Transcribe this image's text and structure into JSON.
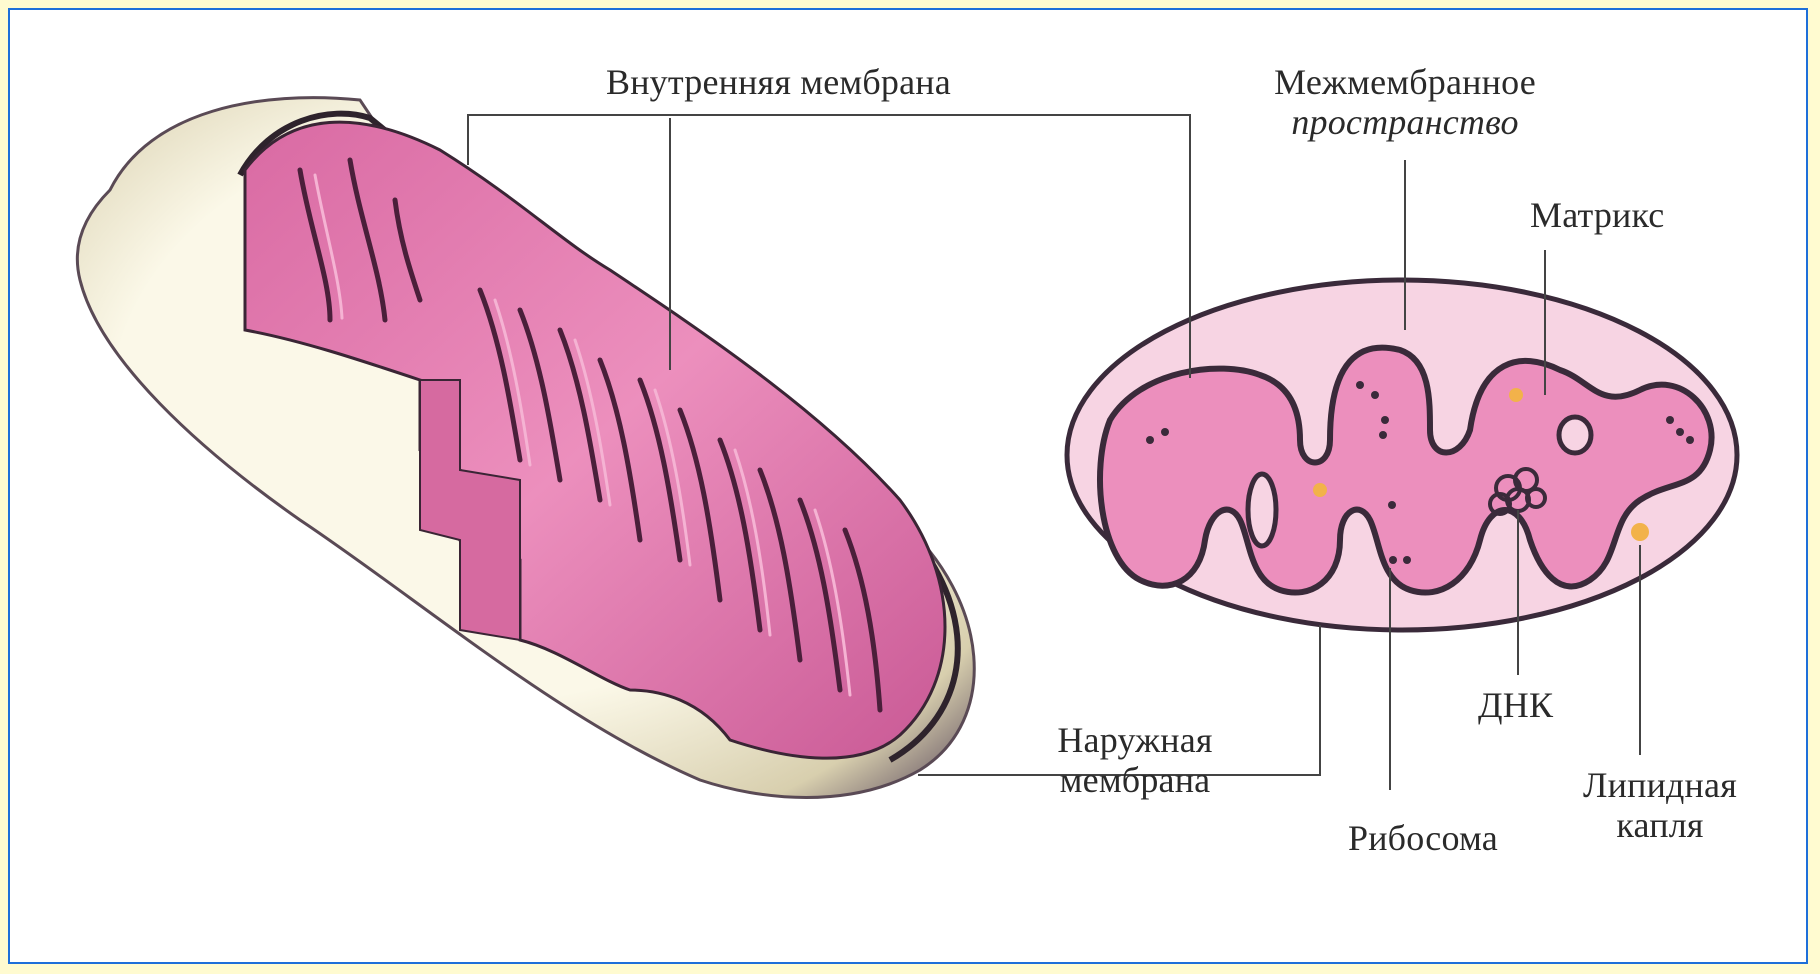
{
  "labels": {
    "inner_membrane": "Внутренняя мембрана",
    "intermembrane_space_line1": "Межмембранное",
    "intermembrane_space_line2": "пространство",
    "matrix": "Матрикс",
    "dna": "ДНК",
    "lipid_droplet_line1": "Липидная",
    "lipid_droplet_line2": "капля",
    "ribosome": "Рибосома",
    "outer_membrane_line1": "Наружная",
    "outer_membrane_line2": "мембрана"
  },
  "colors": {
    "page_background": "#fffbd0",
    "frame_border": "#1e6fd9",
    "matrix_pink": "#e889b6",
    "intermembrane_pink": "#f7d4e3",
    "membrane_line": "#3a2a3a",
    "outer_shell": "#f4efd6",
    "lipid": "#f2b24a"
  }
}
